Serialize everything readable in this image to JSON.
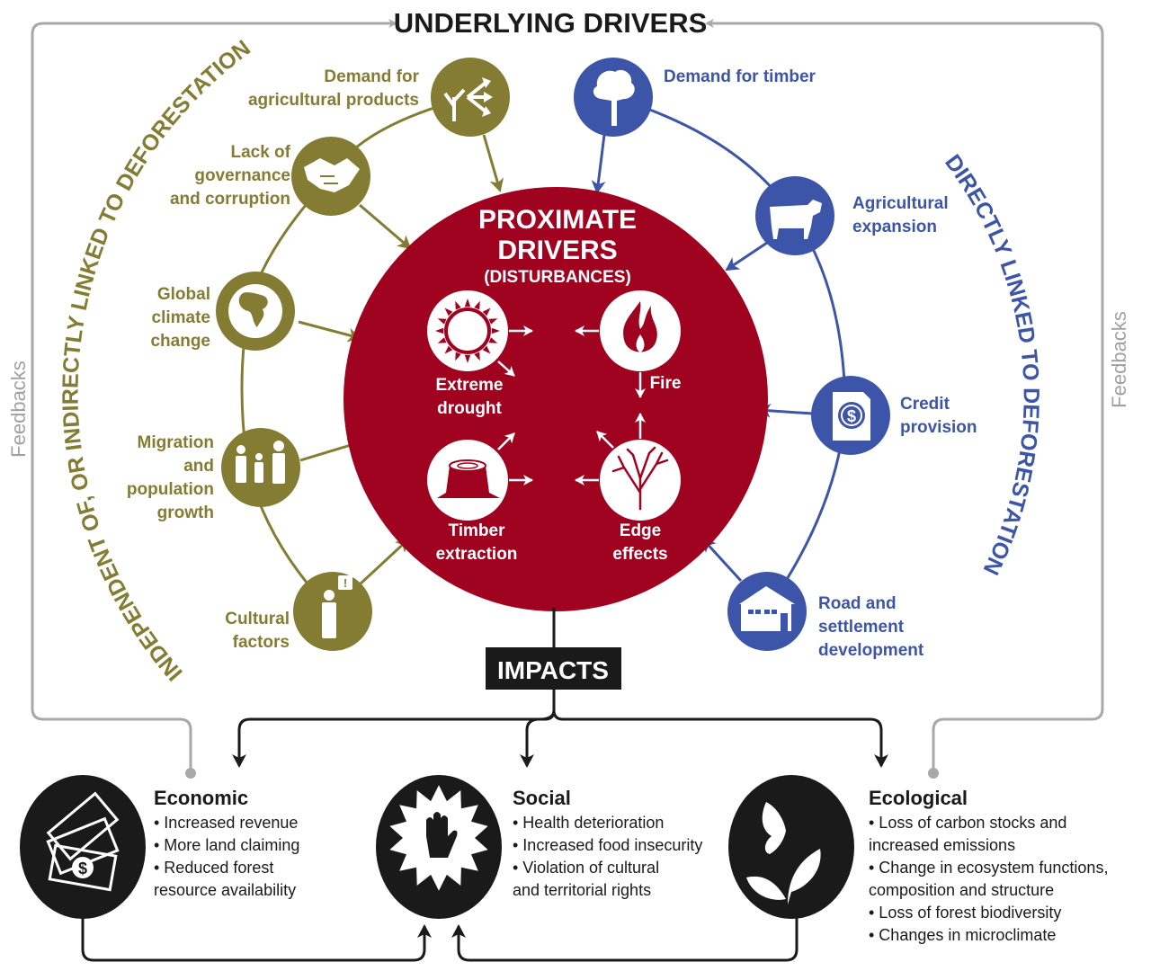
{
  "header": {
    "title": "UNDERLYING DRIVERS"
  },
  "feedbacks": {
    "left": "Feedbacks",
    "right": "Feedbacks"
  },
  "arcs": {
    "left": "INDEPENDENT OF, OR INDIRECTLY LINKED TO DEFORESTATION",
    "right": "DIRECTLY LINKED TO DEFORESTATION"
  },
  "colors": {
    "olive": "#857c33",
    "blue": "#3d55a8",
    "crimson": "#a0031f",
    "black": "#1a1a1a",
    "gray": "#a8a8a8"
  },
  "indirect_drivers": [
    {
      "icon": "plant-arrows-icon",
      "lines": [
        "Demand for",
        "agricultural products"
      ]
    },
    {
      "icon": "handshake-icon",
      "lines": [
        "Lack of",
        "governance",
        "and corruption"
      ]
    },
    {
      "icon": "globe-icon",
      "lines": [
        "Global",
        "climate",
        "change"
      ]
    },
    {
      "icon": "family-icon",
      "lines": [
        "Migration",
        "and",
        "population",
        "growth"
      ]
    },
    {
      "icon": "person-speech-icon",
      "lines": [
        "Cultural",
        "factors"
      ]
    }
  ],
  "direct_drivers": [
    {
      "icon": "tree-icon",
      "lines": [
        "Demand for timber"
      ]
    },
    {
      "icon": "cow-icon",
      "lines": [
        "Agricultural",
        "expansion"
      ]
    },
    {
      "icon": "dollar-document-icon",
      "lines": [
        "Credit",
        "provision"
      ]
    },
    {
      "icon": "house-icon",
      "lines": [
        "Road and",
        "settlement",
        "development"
      ]
    }
  ],
  "proximate": {
    "title_lines": [
      "PROXIMATE",
      "DRIVERS"
    ],
    "subtitle": "(DISTURBANCES)",
    "disturbances": [
      {
        "icon": "sun-drought-icon",
        "lines": [
          "Extreme",
          "drought"
        ]
      },
      {
        "icon": "fire-icon",
        "lines": [
          "Fire"
        ]
      },
      {
        "icon": "tree-stump-icon",
        "lines": [
          "Timber",
          "extraction"
        ]
      },
      {
        "icon": "bare-shrub-icon",
        "lines": [
          "Edge",
          "effects"
        ]
      }
    ]
  },
  "impacts": {
    "label": "IMPACTS",
    "categories": [
      {
        "icon": "money-bills-icon",
        "title": "Economic",
        "lines": [
          "• Increased revenue",
          "• More land claiming",
          "• Reduced forest",
          "resource availability"
        ]
      },
      {
        "icon": "stop-hand-icon",
        "title": "Social",
        "lines": [
          "• Health deterioration",
          "• Increased food insecurity",
          "• Violation of cultural",
          "and territorial rights"
        ]
      },
      {
        "icon": "butterfly-plant-icon",
        "title": "Ecological",
        "lines": [
          "• Loss of carbon stocks and",
          "increased emissions",
          "• Change in ecosystem functions,",
          "composition and structure",
          "• Loss of forest biodiversity",
          "• Changes in microclimate"
        ]
      }
    ]
  }
}
